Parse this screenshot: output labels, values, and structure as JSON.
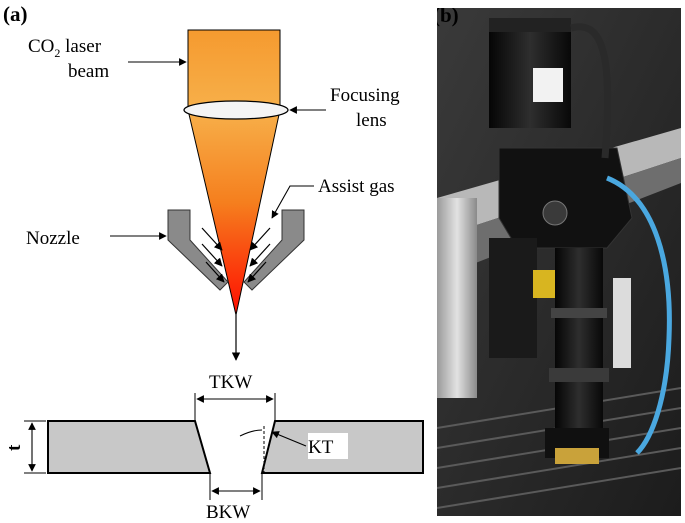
{
  "panel_a": {
    "label": "(a)",
    "laser_beam_line1_main": "CO",
    "laser_beam_line1_sub": "2",
    "laser_beam_line1_rest": " laser",
    "laser_beam_line2": "beam",
    "focusing_lens_line1": "Focusing",
    "focusing_lens_line2": "lens",
    "assist_gas": "Assist gas",
    "nozzle": "Nozzle",
    "tkw": "TKW",
    "bkw": "BKW",
    "kt": "KT",
    "t": "t"
  },
  "panel_b": {
    "label": "(b)"
  },
  "colors": {
    "beam_top": "#f5a340",
    "beam_bottom": "#ff1a00",
    "nozzle": "#8a8a8a",
    "workpiece": "#c8c8c8",
    "machine_dark": "#151515",
    "cable_blue": "#4aa8e0"
  }
}
